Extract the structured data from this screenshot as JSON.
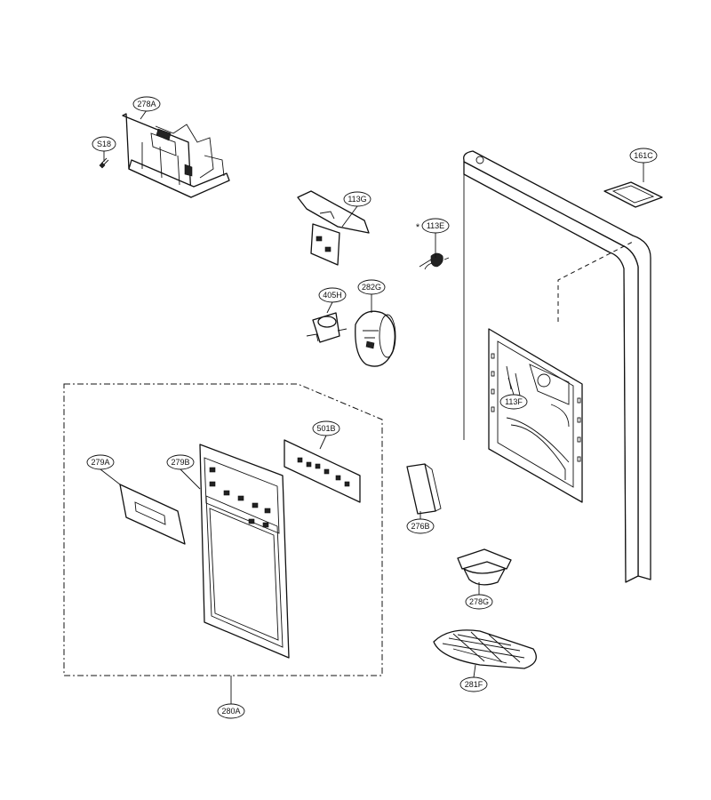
{
  "labels": {
    "s18": "S18",
    "p278a": "278A",
    "p113g": "113G",
    "p113e": "113E",
    "asterisk": "*",
    "p161c": "161C",
    "p405h": "405H",
    "p282g": "282G",
    "p113f": "113F",
    "p501b": "501B",
    "p279a": "279A",
    "p279b": "279B",
    "p276b": "276B",
    "p278g": "278G",
    "p281f": "281F",
    "p280a": "280A"
  }
}
